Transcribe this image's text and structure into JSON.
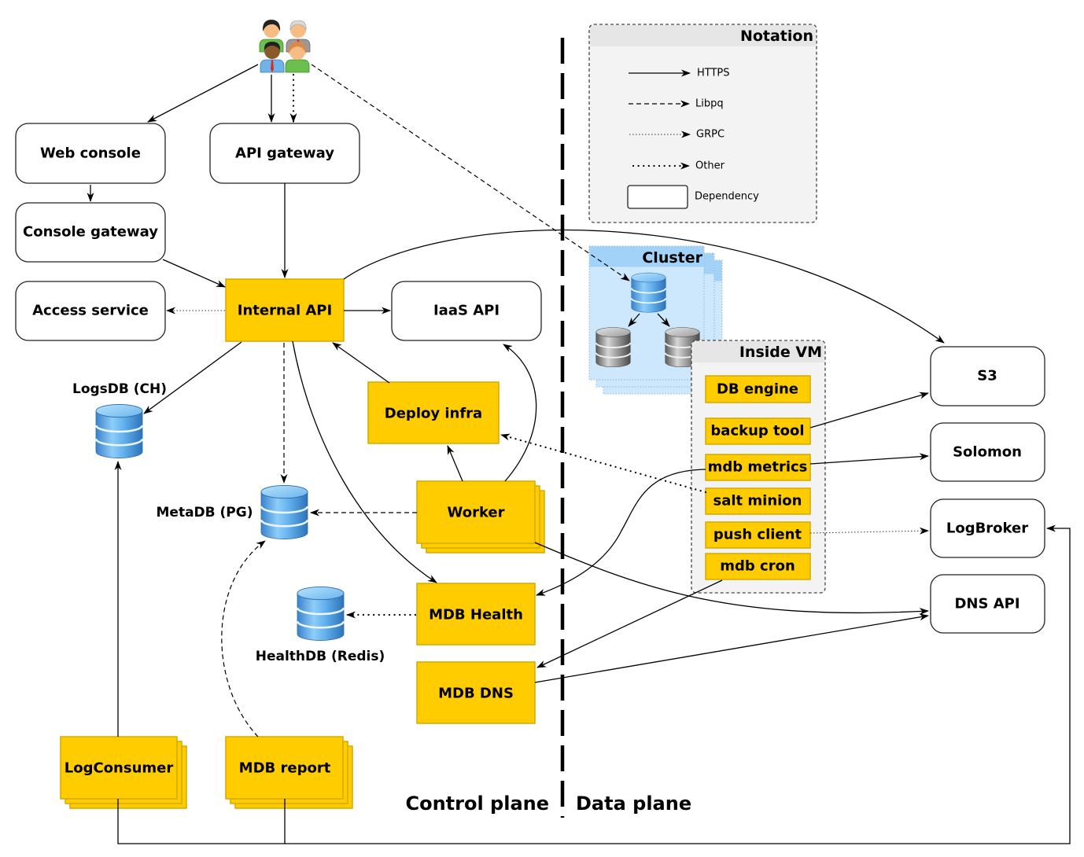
{
  "users": {
    "icon": "users-group-icon"
  },
  "nodes": {
    "web_console": "Web console",
    "api_gateway": "API gateway",
    "console_gateway": "Console gateway",
    "access_service": "Access service",
    "internal_api": "Internal API",
    "iaas_api": "IaaS API",
    "deploy_infra": "Deploy infra",
    "worker": "Worker",
    "mdb_health": "MDB Health",
    "mdb_dns": "MDB DNS",
    "log_consumer": "LogConsumer",
    "mdb_report": "MDB report",
    "s3": "S3",
    "solomon": "Solomon",
    "logbroker": "LogBroker",
    "dns_api": "DNS API"
  },
  "databases": {
    "logsdb": "LogsDB (CH)",
    "metadb": "MetaDB (PG)",
    "healthdb": "HealthDB (Redis)"
  },
  "cluster": {
    "title": "Cluster",
    "master_icon": "database-icon-blue",
    "replica_icon": "database-icon-gray",
    "replicas": 2
  },
  "vm": {
    "title": "Inside VM",
    "components": [
      "DB engine",
      "backup tool",
      "mdb metrics",
      "salt minion",
      "push client",
      "mdb cron"
    ]
  },
  "notation": {
    "title": "Notation",
    "items": [
      {
        "label": "HTTPS",
        "line": "solid"
      },
      {
        "label": "Libpq",
        "line": "dashed"
      },
      {
        "label": "GRPC",
        "line": "fine-dotted"
      },
      {
        "label": "Other",
        "line": "dotted"
      }
    ],
    "dependency_label": "Dependency"
  },
  "planes": {
    "control": "Control plane",
    "data": "Data plane"
  },
  "edges": [
    {
      "from": "users",
      "to": "web_console",
      "protocol": "HTTPS"
    },
    {
      "from": "users",
      "to": "api_gateway",
      "protocol": "HTTPS"
    },
    {
      "from": "users",
      "to": "api_gateway",
      "protocol": "Other"
    },
    {
      "from": "users",
      "to": "cluster_master",
      "protocol": "Libpq"
    },
    {
      "from": "web_console",
      "to": "console_gateway",
      "protocol": "HTTPS"
    },
    {
      "from": "console_gateway",
      "to": "internal_api",
      "protocol": "HTTPS"
    },
    {
      "from": "api_gateway",
      "to": "internal_api",
      "protocol": "HTTPS"
    },
    {
      "from": "internal_api",
      "to": "access_service",
      "protocol": "GRPC"
    },
    {
      "from": "internal_api",
      "to": "iaas_api",
      "protocol": "HTTPS"
    },
    {
      "from": "internal_api",
      "to": "s3",
      "protocol": "HTTPS"
    },
    {
      "from": "internal_api",
      "to": "logsdb",
      "protocol": "HTTPS"
    },
    {
      "from": "internal_api",
      "to": "metadb",
      "protocol": "Libpq"
    },
    {
      "from": "internal_api",
      "to": "mdb_health",
      "protocol": "HTTPS"
    },
    {
      "from": "deploy_infra",
      "to": "internal_api",
      "protocol": "HTTPS"
    },
    {
      "from": "worker",
      "to": "deploy_infra",
      "protocol": "HTTPS"
    },
    {
      "from": "worker",
      "to": "iaas_api",
      "protocol": "HTTPS"
    },
    {
      "from": "worker",
      "to": "metadb",
      "protocol": "Libpq"
    },
    {
      "from": "worker",
      "to": "dns_api",
      "protocol": "HTTPS"
    },
    {
      "from": "salt minion",
      "to": "deploy_infra",
      "protocol": "Other"
    },
    {
      "from": "mdb metrics",
      "to": "mdb_health",
      "protocol": "HTTPS"
    },
    {
      "from": "mdb metrics",
      "to": "solomon",
      "protocol": "HTTPS"
    },
    {
      "from": "mdb cron",
      "to": "mdb_dns",
      "protocol": "HTTPS"
    },
    {
      "from": "mdb_dns",
      "to": "dns_api",
      "protocol": "HTTPS"
    },
    {
      "from": "backup tool",
      "to": "s3",
      "protocol": "HTTPS"
    },
    {
      "from": "push client",
      "to": "logbroker",
      "protocol": "GRPC"
    },
    {
      "from": "mdb_health",
      "to": "healthdb",
      "protocol": "Other"
    },
    {
      "from": "mdb_report",
      "to": "metadb",
      "protocol": "Libpq"
    },
    {
      "from": "log_consumer",
      "to": "logsdb",
      "protocol": "HTTPS"
    },
    {
      "from": "log_consumer",
      "to": "logbroker",
      "protocol": "HTTPS"
    },
    {
      "from": "mdb_report",
      "to": "logbroker",
      "protocol": "HTTPS"
    },
    {
      "from": "cluster_master",
      "to": "cluster_replica_1",
      "protocol": "HTTPS"
    },
    {
      "from": "cluster_master",
      "to": "cluster_replica_2",
      "protocol": "HTTPS"
    }
  ],
  "colors": {
    "service_fill": "#FFCC00",
    "service_stroke": "#D4AA00",
    "dependency_fill": "#FFFFFF",
    "cluster_fill": "#CDE8FC",
    "cluster_header": "#A3D2F8",
    "panel_fill": "#F3F3F3",
    "db_blue": "#4A9BE0",
    "db_gray": "#8A8A8A"
  }
}
